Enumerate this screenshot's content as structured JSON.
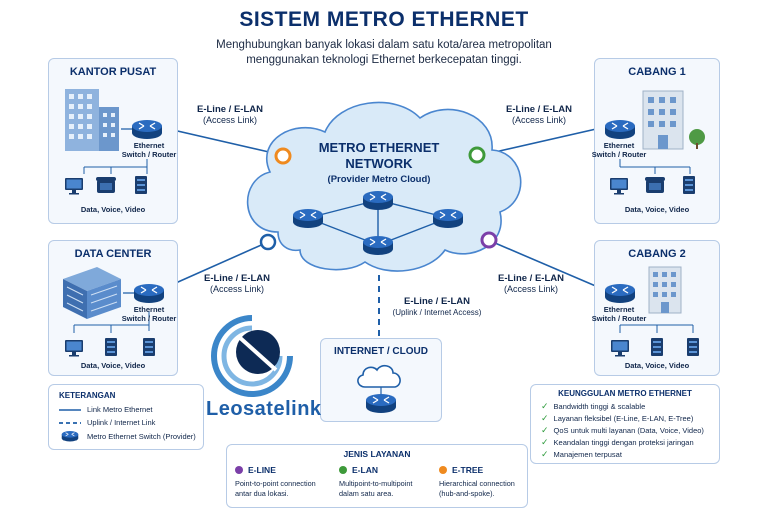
{
  "header": {
    "title": "SISTEM METRO ETHERNET",
    "subtitle_line1": "Menghubungkan banyak lokasi dalam satu kota/area metropolitan",
    "subtitle_line2": "menggunakan teknologi Ethernet berkecepatan tinggi."
  },
  "sites": {
    "kantor_pusat": {
      "title": "KANTOR PUSAT",
      "router_label_1": "Ethernet",
      "router_label_2": "Switch / Router",
      "devices_caption": "Data, Voice, Video"
    },
    "cabang_1": {
      "title": "CABANG 1",
      "router_label_1": "Ethernet",
      "router_label_2": "Switch / Router",
      "devices_caption": "Data, Voice, Video"
    },
    "data_center": {
      "title": "DATA CENTER",
      "router_label_1": "Ethernet",
      "router_label_2": "Switch / Router",
      "devices_caption": "Data, Voice, Video"
    },
    "cabang_2": {
      "title": "CABANG 2",
      "router_label_1": "Ethernet",
      "router_label_2": "Switch / Router",
      "devices_caption": "Data, Voice, Video"
    }
  },
  "links": {
    "top_left": {
      "name": "E-Line / E-LAN",
      "sub": "(Access Link)"
    },
    "top_right": {
      "name": "E-Line / E-LAN",
      "sub": "(Access Link)"
    },
    "mid_left": {
      "name": "E-Line / E-LAN",
      "sub": "(Access Link)"
    },
    "mid_right": {
      "name": "E-Line / E-LAN",
      "sub": "(Access Link)"
    },
    "uplink": {
      "name": "E-Line / E-LAN",
      "sub": "(Uplink / Internet Access)"
    }
  },
  "cloud": {
    "line1": "METRO ETHERNET",
    "line2": "NETWORK",
    "line3": "(Provider Metro Cloud)"
  },
  "internet": {
    "title": "INTERNET / CLOUD"
  },
  "brand": {
    "name": "Leosatelink"
  },
  "legend": {
    "title": "KETERANGAN",
    "items": [
      "Link Metro Ethernet",
      "Uplink / Internet Link",
      "Metro Ethernet Switch (Provider)"
    ]
  },
  "services": {
    "title": "JENIS LAYANAN",
    "items": [
      {
        "name": "E-LINE",
        "desc_1": "Point-to-point connection",
        "desc_2": "antar dua lokasi.",
        "color": "#7b3fa8"
      },
      {
        "name": "E-LAN",
        "desc_1": "Multipoint-to-multipoint",
        "desc_2": "dalam satu area.",
        "color": "#3e9a3a"
      },
      {
        "name": "E-TREE",
        "desc_1": "Hierarchical connection",
        "desc_2": "(hub-and-spoke).",
        "color": "#ef8a1f"
      }
    ]
  },
  "advantages": {
    "title": "KEUNGGULAN METRO ETHERNET",
    "items": [
      "Bandwidth tinggi & scalable",
      "Layanan fleksibel (E-Line, E-LAN, E-Tree)",
      "QoS untuk multi layanan (Data, Voice, Video)",
      "Keandalan tinggi dengan proteksi jaringan",
      "Manajemen terpusat"
    ]
  },
  "colors": {
    "navy": "#0b2f6b",
    "link_blue": "#1f5fa8",
    "cloud_fill": "#d9eaf8",
    "orange": "#ef8a1f",
    "green": "#3e9a3a",
    "purple": "#7b3fa8"
  }
}
